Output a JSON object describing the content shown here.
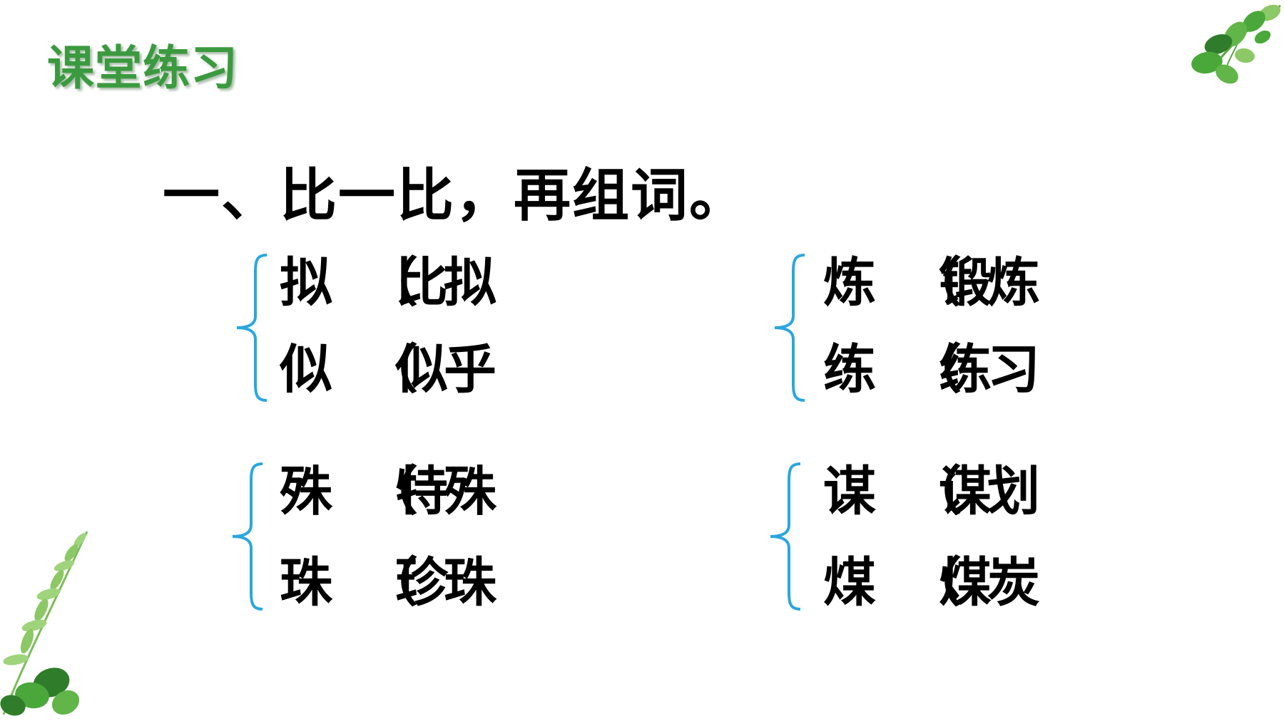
{
  "header": {
    "title": "课堂练习"
  },
  "question": {
    "text": "一、比一比，再组词。"
  },
  "groups": [
    {
      "rows": [
        {
          "char": "拟",
          "paren": "（",
          "word": "比拟"
        },
        {
          "char": "似",
          "paren": "（",
          "word": "似乎"
        }
      ]
    },
    {
      "rows": [
        {
          "char": "炼",
          "paren": "（",
          "word": "锻炼"
        },
        {
          "char": "练",
          "paren": "（",
          "word": "练习"
        }
      ]
    },
    {
      "rows": [
        {
          "char": "殊",
          "paren": "（",
          "word": "特殊"
        },
        {
          "char": "珠",
          "paren": "（",
          "word": "珍珠"
        }
      ]
    },
    {
      "rows": [
        {
          "char": "谋",
          "paren": "（",
          "word": "谋划"
        },
        {
          "char": "煤",
          "paren": "（",
          "word": "煤炭"
        }
      ]
    }
  ],
  "colors": {
    "title_green": "#3b9a3f",
    "brace_blue": "#2aa7de",
    "leaf_green": "#4aa83a",
    "leaf_dark": "#2f7d2a",
    "text": "#000000"
  },
  "icons": {
    "top_right": "leaf-sprig-icon",
    "bottom_left": "fern-leaves-icon"
  }
}
